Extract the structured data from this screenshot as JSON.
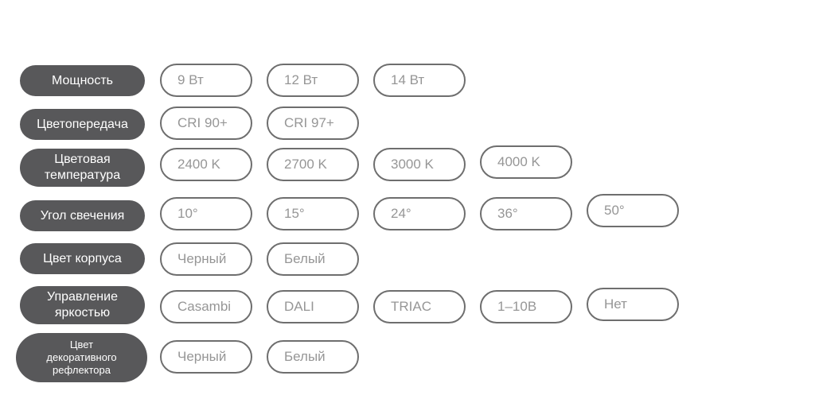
{
  "colors": {
    "page_bg": "#ffffff",
    "label_bg": "#58585a",
    "label_text": "#ffffff",
    "option_border": "#6e6e6e",
    "option_text": "#969696"
  },
  "rows": [
    {
      "id": "power",
      "label": "Мощность",
      "options": [
        "9 Вт",
        "12 Вт",
        "14 Вт"
      ]
    },
    {
      "id": "color-rendering",
      "label": "Цветопередача",
      "options": [
        "CRI 90+",
        "CRI 97+"
      ]
    },
    {
      "id": "color-temperature",
      "label": "Цветовая температура",
      "options": [
        "2400 K",
        "2700 K",
        "3000 K",
        "4000 K"
      ]
    },
    {
      "id": "beam-angle",
      "label": "Угол свечения",
      "options": [
        "10°",
        "15°",
        "24°",
        "36°",
        "50°"
      ]
    },
    {
      "id": "body-color",
      "label": "Цвет корпуса",
      "options": [
        "Черный",
        "Белый"
      ]
    },
    {
      "id": "dimming-control",
      "label": "Управление яркостью",
      "options": [
        "Casambi",
        "DALI",
        "TRIAC",
        "1–10В",
        "Нет"
      ]
    },
    {
      "id": "reflector-color",
      "label": "Цвет декоративного рефлектора",
      "options": [
        "Черный",
        "Белый"
      ]
    }
  ]
}
